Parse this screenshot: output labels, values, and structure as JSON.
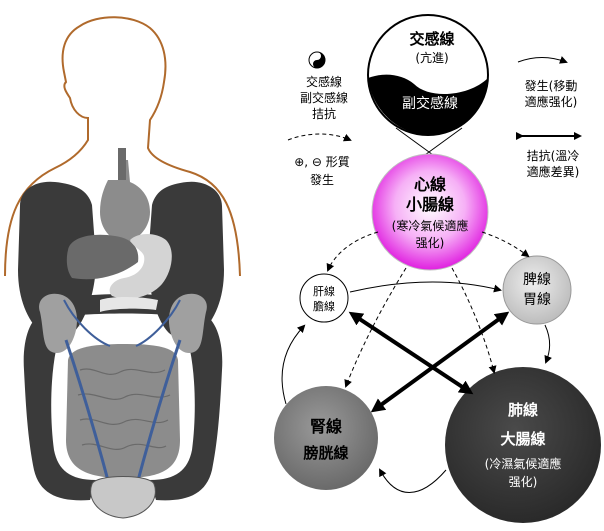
{
  "colors": {
    "body_outline": "#b06a2c",
    "organ_dark": "#3a3a3a",
    "organ_mid": "#8c8c8c",
    "organ_light": "#c8c8c8",
    "organ_pale": "#e6e6e6",
    "vessel": "#3f5f9a",
    "heart_fill": "#e020e0",
    "kidney_circle": "#8a8a8a",
    "lung_circle": "#3a3a3a",
    "spleen_circle": "#cfcfcf",
    "black": "#000000",
    "white": "#ffffff"
  },
  "yinyang": {
    "top_title": "交感線",
    "top_sub": "(亢進)",
    "bottom_label": "副交感線"
  },
  "legend": {
    "left_icon": "yin-yang-icon",
    "left_lines": [
      "交感線",
      "副交感線",
      "拮抗"
    ],
    "growth_line1": "⊕, ⊖ 形質",
    "growth_line2": "發生",
    "right_top_line1": "發生(移動",
    "right_top_line2": "適應强化)",
    "right_bottom_line1": "拮抗(溫冷",
    "right_bottom_line2": "適應差異)"
  },
  "nodes": {
    "heart": {
      "line1": "心線",
      "line2": "小腸線",
      "line3": "(寒冷氣候適應",
      "line4": "强化)"
    },
    "liver": {
      "line1": "肝線",
      "line2": "膽線"
    },
    "spleen": {
      "line1": "脾線",
      "line2": "胃線"
    },
    "kidney": {
      "line1": "腎線",
      "line2": "膀胱線"
    },
    "lung": {
      "line1": "肺線",
      "line2": "大腸線",
      "line3": "(冷濕氣候適應",
      "line4": "强化)"
    }
  }
}
